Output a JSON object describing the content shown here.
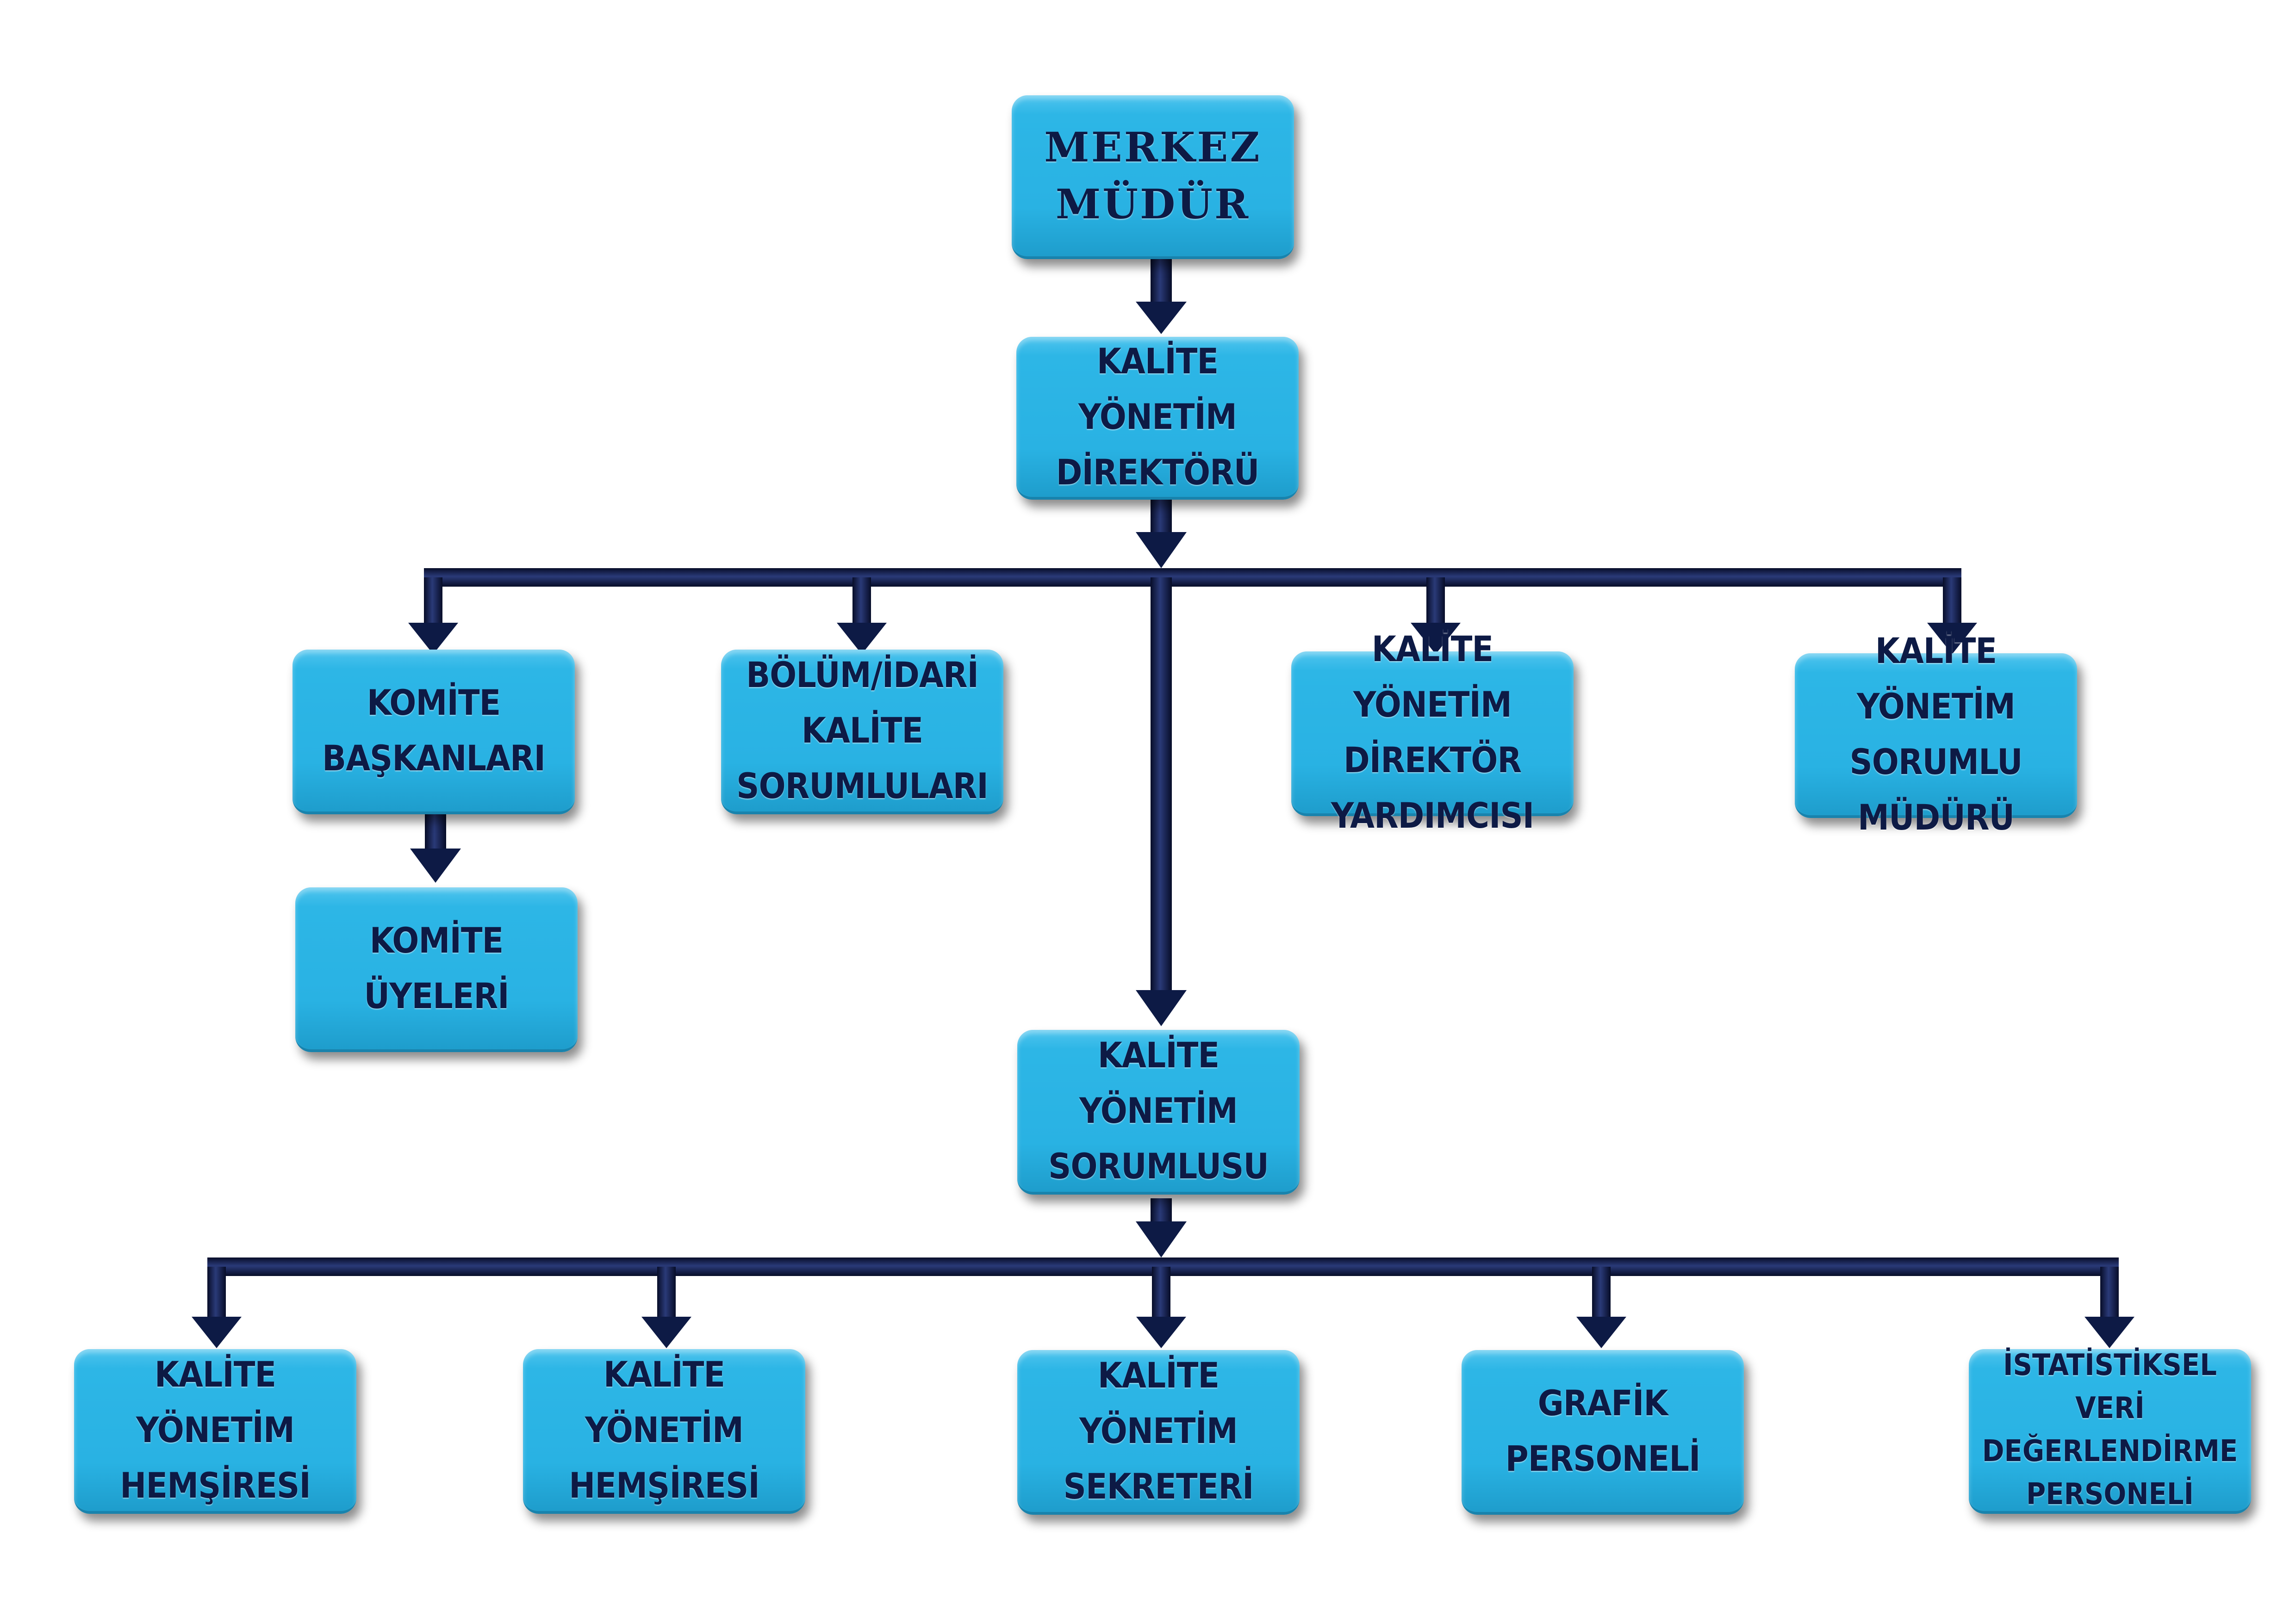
{
  "diagram": {
    "nodes": {
      "merkez_mudur": "MERKEZ\nMÜDÜR",
      "kalite_yonetim_direktoru": "KALİTE YÖNETİM\nDİREKTÖRÜ",
      "komite_baskanlari": "KOMİTE\nBAŞKANLARI",
      "bolum_idari_kalite_sorumlulari": "BÖLÜM/İDARİ KALİTE\nSORUMLULARI",
      "kalite_yonetim_direktor_yardimcisi": "KALİTE YÖNETİM\nDİREKTÖR YARDIMCISI",
      "kalite_yonetim_sorumlu_muduru": "KALİTE YÖNETİM\nSORUMLU MÜDÜRÜ",
      "komite_uyeleri": "KOMİTE ÜYELERİ",
      "kalite_yonetim_sorumlusu": "KALİTE YÖNETİM\nSORUMLUSU",
      "kalite_yonetim_hemsiresi_1": "KALİTE YÖNETİM\nHEMŞİRESİ",
      "kalite_yonetim_hemsiresi_2": "KALİTE YÖNETİM\nHEMŞİRESİ",
      "kalite_yonetim_sekreteri": "KALİTE YÖNETİM\nSEKRETERİ",
      "grafik_personeli": "GRAFİK PERSONELİ",
      "istatistiksel_veri_degerlendirme_personeli": "İSTATİSTİKSEL VERİ\nDEĞERLENDİRME\nPERSONELİ"
    },
    "edges": [
      [
        "merkez_mudur",
        "kalite_yonetim_direktoru"
      ],
      [
        "kalite_yonetim_direktoru",
        "komite_baskanlari"
      ],
      [
        "kalite_yonetim_direktoru",
        "bolum_idari_kalite_sorumlulari"
      ],
      [
        "kalite_yonetim_direktoru",
        "kalite_yonetim_sorumlusu"
      ],
      [
        "kalite_yonetim_direktoru",
        "kalite_yonetim_direktor_yardimcisi"
      ],
      [
        "kalite_yonetim_direktoru",
        "kalite_yonetim_sorumlu_muduru"
      ],
      [
        "komite_baskanlari",
        "komite_uyeleri"
      ],
      [
        "kalite_yonetim_sorumlusu",
        "kalite_yonetim_hemsiresi_1"
      ],
      [
        "kalite_yonetim_sorumlusu",
        "kalite_yonetim_hemsiresi_2"
      ],
      [
        "kalite_yonetim_sorumlusu",
        "kalite_yonetim_sekreteri"
      ],
      [
        "kalite_yonetim_sorumlusu",
        "grafik_personeli"
      ],
      [
        "kalite_yonetim_sorumlusu",
        "istatistiksel_veri_degerlendirme_personeli"
      ]
    ],
    "colors": {
      "box_fill": "#29b2e3",
      "text": "#0d1a45",
      "connector": "#0d1a45"
    }
  }
}
